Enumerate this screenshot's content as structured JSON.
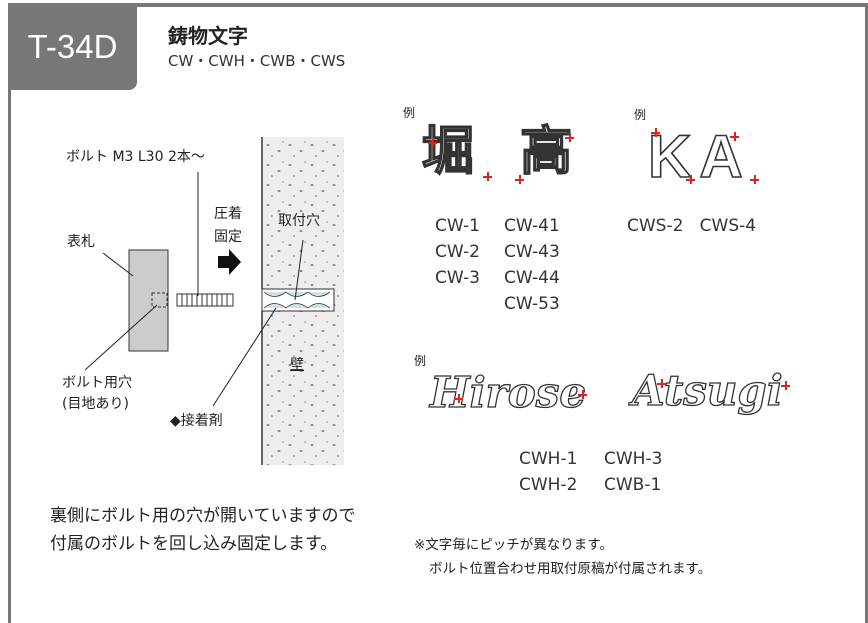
{
  "header": {
    "code": "T-34D",
    "title": "鋳物文字",
    "subtitle": "CW・CWH・CWB・CWS"
  },
  "diagram": {
    "bolt_label": "ボルト M3 L30 2本～",
    "plate_label": "表札",
    "press_label_1": "圧着",
    "press_label_2": "固定",
    "mount_hole_label": "取付穴",
    "bolt_hole_label_1": "ボルト用穴",
    "bolt_hole_label_2": "(目地あり)",
    "adhesive_label": "◆接着剤",
    "wall_label": "壁"
  },
  "examples": {
    "example_label": "例",
    "kanji_sample": "堀 高",
    "latin_sample": "KA",
    "script_sample_1": "Hirose",
    "script_sample_2": "Atsugi",
    "cw_codes_col1": [
      "CW-1",
      "CW-2",
      "CW-3"
    ],
    "cw_codes_col2": [
      "CW-41",
      "CW-43",
      "CW-44",
      "CW-53"
    ],
    "cws_codes": [
      "CWS-2",
      "CWS-4"
    ],
    "cwh_codes_col1": [
      "CWH-1",
      "CWH-2"
    ],
    "cwh_codes_col2": [
      "CWH-3",
      "CWB-1"
    ]
  },
  "description": "裏側にボルト用の穴が開いていますので付属のボルトを回し込み固定します。",
  "notes": [
    "※文字毎にピッチが異なります。",
    "ボルト位置合わせ用取付原稿が付属されます。"
  ]
}
